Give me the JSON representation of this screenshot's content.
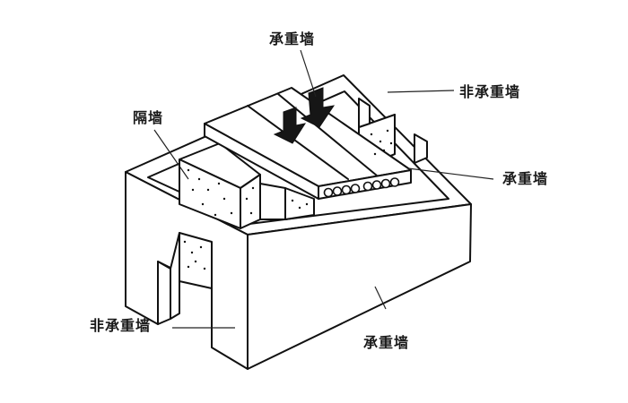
{
  "diagram": {
    "type": "isometric building wall-type illustration",
    "labels": {
      "top_load_bearing": "承重墙",
      "right_upper_non_load_bearing": "非承重墙",
      "partition_wall": "隔墙",
      "right_middle_load_bearing": "承重墙",
      "left_lower_non_load_bearing": "非承重墙",
      "bottom_front_load_bearing": "承重墙"
    },
    "elements": [
      "outer box walls",
      "hollow-core floor slab",
      "two downward load arrows",
      "partition blocks with dotted texture",
      "door opening in end wall"
    ],
    "colors": {
      "line": "#111111",
      "background": "#ffffff",
      "arrow_fill": "#161616"
    }
  }
}
